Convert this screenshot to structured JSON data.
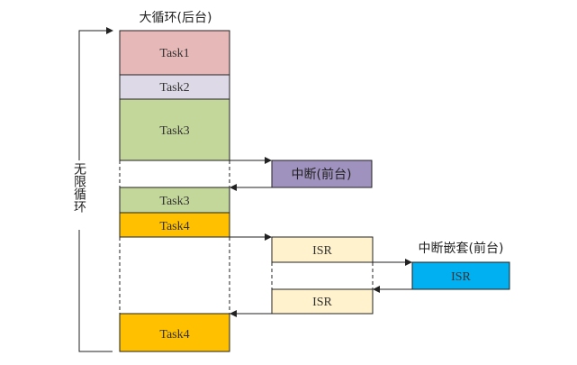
{
  "labels": {
    "background_loop": "大循环(后台)",
    "infinite_loop": "无限循环",
    "interrupt_foreground": "中断(前台)",
    "nested_interrupt": "中断嵌套(前台)"
  },
  "tasks": [
    {
      "label": "Task1",
      "color": "#E6B8B7"
    },
    {
      "label": "Task2",
      "color": "#DDD9E6"
    },
    {
      "label": "Task3",
      "color": "#C4D79B"
    },
    {
      "label": "Task3",
      "color": "#C4D79B"
    },
    {
      "label": "Task4",
      "color": "#FFC000"
    },
    {
      "label": "Task4",
      "color": "#FFC000"
    }
  ],
  "isr": [
    {
      "label": "ISR",
      "color": "#FFF2CC"
    },
    {
      "label": "ISR",
      "color": "#FFF2CC"
    },
    {
      "label": "ISR",
      "color": "#00B0F0"
    }
  ],
  "colors": {
    "interrupt": "#A092BE"
  }
}
